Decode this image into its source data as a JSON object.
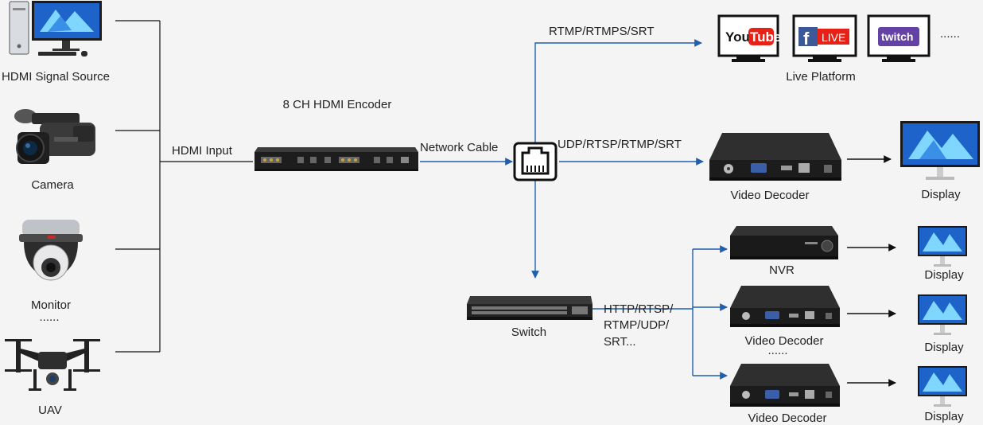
{
  "sources": [
    {
      "label": "HDMI Signal Source",
      "icon": "pc-monitor-icon"
    },
    {
      "label": "Camera",
      "icon": "video-camera-icon"
    },
    {
      "label": "Monitor",
      "icon": "dome-camera-icon"
    },
    {
      "label": "UAV",
      "icon": "drone-icon"
    }
  ],
  "sources_more": "......",
  "hdmi_input_label": "HDMI Input",
  "encoder_label": "8 CH HDMI Encoder",
  "network_cable_label": "Network Cable",
  "protocols": {
    "live": "RTMP/RTMPS/SRT",
    "decoder": "UDP/RTSP/RTMP/SRT",
    "switch": [
      "HTTP/RTSP/",
      "RTMP/UDP/",
      "SRT..."
    ]
  },
  "platforms": {
    "youtube_you": "You",
    "youtube_tube": "Tube",
    "facebook_f": "f",
    "facebook_live": "LIVE",
    "twitch": "twitch",
    "more": "......",
    "label": "Live Platform"
  },
  "video_decoder_label": "Video Decoder",
  "display_label": "Display",
  "switch_label": "Switch",
  "nvr_label": "NVR",
  "decoders_more": "......",
  "colors": {
    "blue_line": "#1f5fae",
    "black_line": "#111111",
    "device": "#2b2b2b",
    "youtube_red": "#e62117",
    "facebook_blue": "#3b5998",
    "twitch_purple": "#6441a4"
  }
}
